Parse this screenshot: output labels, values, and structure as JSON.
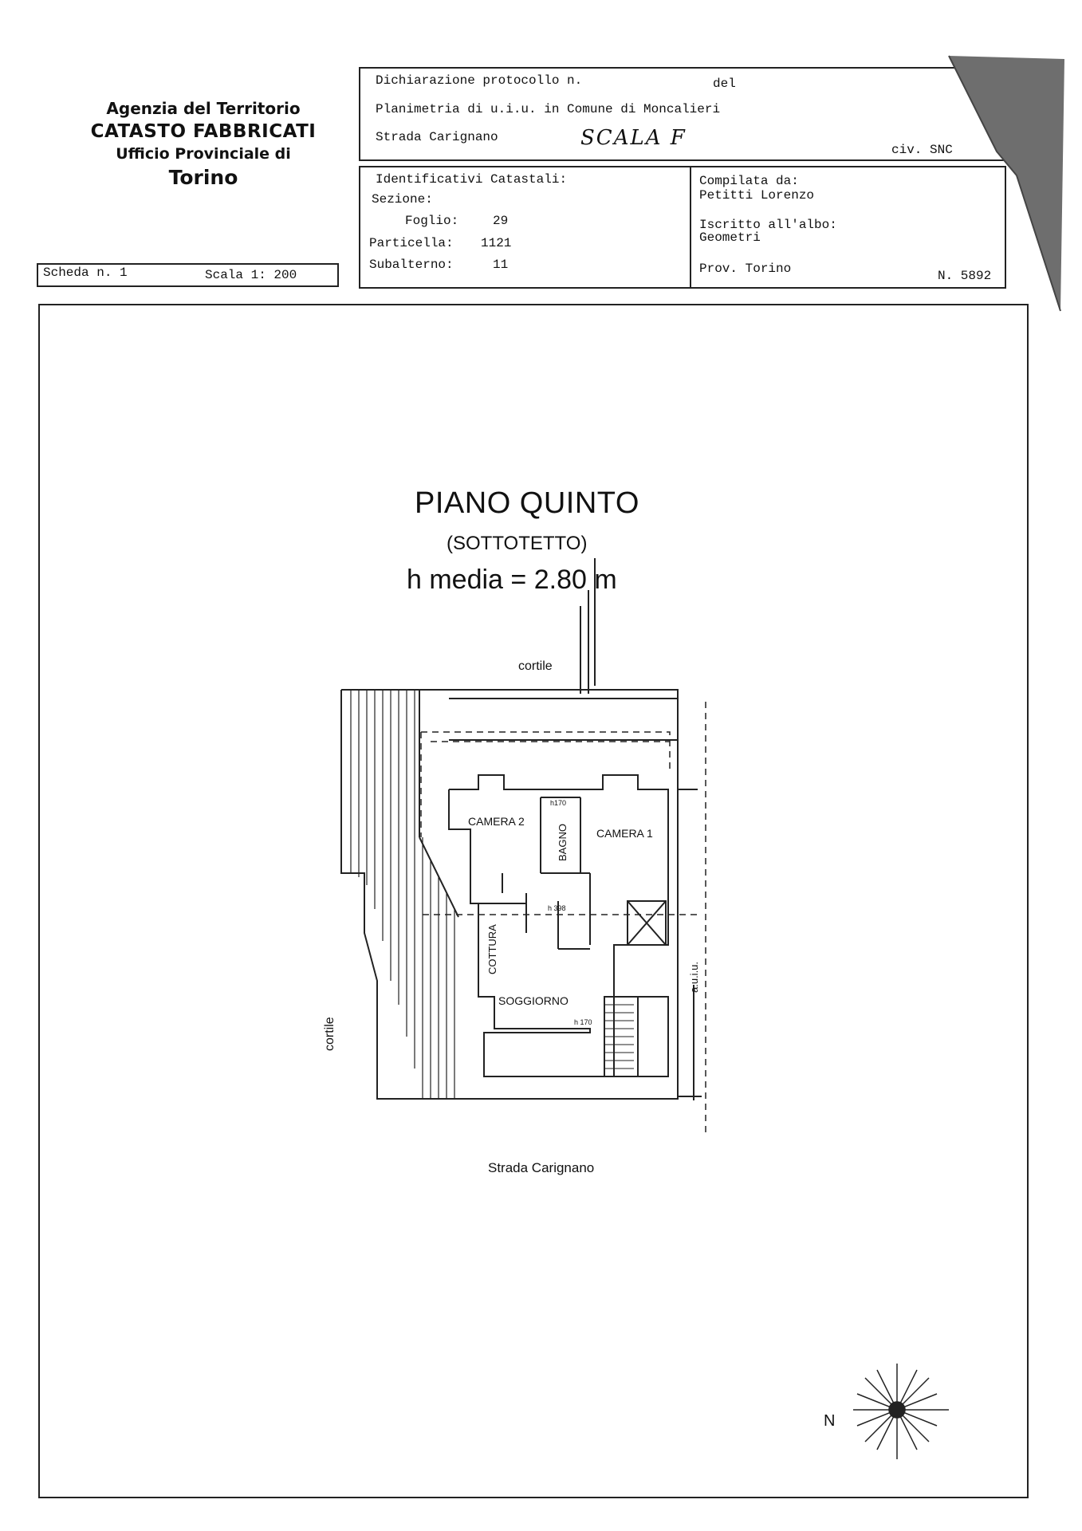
{
  "agency": {
    "line1": "Agenzia del Territorio",
    "line2": "CATASTO FABBRICATI",
    "line3": "Ufficio Provinciale di",
    "line4": "Torino"
  },
  "header": {
    "dichiarazione": "Dichiarazione protocollo n.",
    "del": "del",
    "planimetria": "Planimetria di u.i.u. in Comune di Moncalieri",
    "strada": "Strada Carignano",
    "scala_hand": "SCALA F",
    "civ": "civ. SNC",
    "identificativi": "Identificativi Catastali:",
    "sezione": "Sezione:",
    "foglio_label": "Foglio:",
    "foglio": "29",
    "particella_label": "Particella:",
    "particella": "1121",
    "subalterno_label": "Subalterno:",
    "subalterno": "11",
    "compilata": "Compilata da:",
    "compilatore": "Petitti Lorenzo",
    "iscritto": "Iscritto all'albo:",
    "albo": "Geometri",
    "prov": "Prov. Torino",
    "numero": "N. 5892"
  },
  "scheda": {
    "label": "Scheda n. 1",
    "scala": "Scala 1: 200"
  },
  "plan": {
    "title": "PIANO QUINTO",
    "subtitle": "(SOTTOTETTO)",
    "height": "h media = 2.80 m",
    "cortile_top": "cortile",
    "cortile_left": "cortile",
    "strada_bottom": "Strada Carignano",
    "rooms": {
      "camera2": "CAMERA 2",
      "bagno": "BAGNO",
      "camera1": "CAMERA 1",
      "cottura": "COTTURA",
      "soggiorno": "SOGGIORNO",
      "uiu": "a.u.i.u."
    },
    "heights": {
      "h170a": "h170",
      "h398": "h 398",
      "h170b": "h 170"
    },
    "north": "N"
  }
}
